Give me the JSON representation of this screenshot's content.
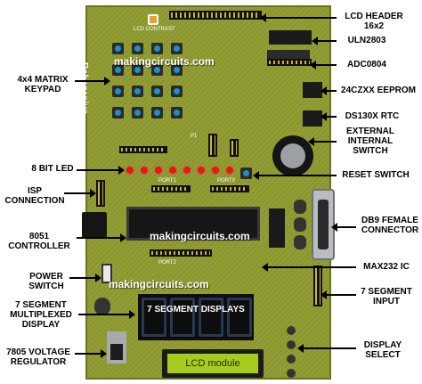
{
  "board": {
    "brand_text": "Robogenius",
    "watermark": "makingcircuits.com",
    "seven_segment_text": "7 SEGMENT\nDISPLAYS",
    "lcd_text": "LCD module",
    "silk_label_p1": "P1",
    "silk_label_lcd_contrast": "LCD CONTRAST",
    "silk_label_port1": "PORT1",
    "silk_label_port0": "PORT0",
    "silk_label_port2": "PORT2"
  },
  "callouts": {
    "lcd_header": "LCD HEADER\n16x2",
    "uln2803": "ULN2803",
    "adc0804": "ADC0804",
    "eeprom": "24CZXX EEPROM",
    "rtc": "DS130X RTC",
    "external_switch": "EXTERNAL\nINTERNAL\nSWITCH",
    "reset_switch": "RESET SWITCH",
    "db9": "DB9 FEMALE\nCONNECTOR",
    "max232": "MAX232 IC",
    "seg_input": "7 SEGMENT\nINPUT",
    "display_select": "DISPLAY\nSELECT",
    "keypad": "4x4 MATRIX\nKEYPAD",
    "led8": "8 BIT LED",
    "isp": "ISP\nCONNECTION",
    "controller": "8051\nCONTROLLER",
    "power_switch": "POWER\nSWITCH",
    "multiplexed": "7 SEGMENT\nMULTIPLEXED\nDISPLAY",
    "regulator": "7805 VOLTAGE\nREGULATOR"
  },
  "colors": {
    "board": "#8f9a2f",
    "led": "#e41818",
    "keypad_cap": "#1e90c8",
    "lcd_screen": "#a6cd1e"
  }
}
